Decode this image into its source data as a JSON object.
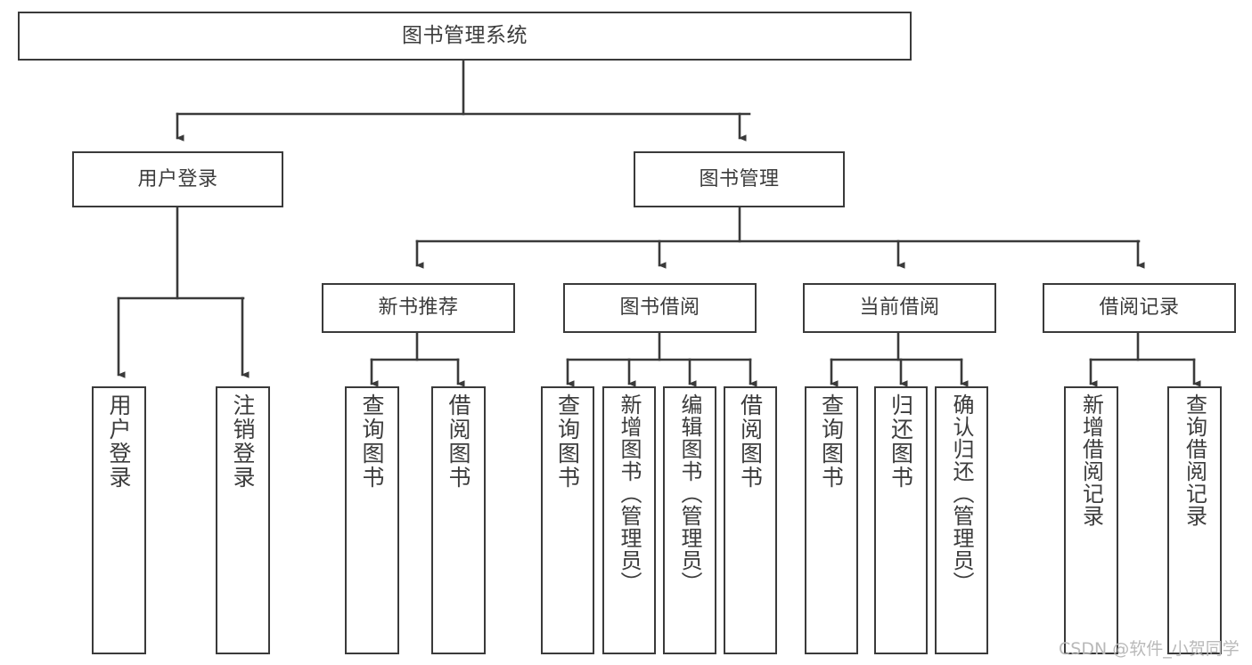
{
  "diagram": {
    "title": "图书管理系统",
    "type": "tree",
    "watermark": "CSDN @软件_小贺同学",
    "colors": {
      "box_border": "#3a3a3a",
      "box_fill": "#ffffff",
      "text": "#3c3c3c",
      "wire": "#3a3a3a",
      "watermark": "#b9b9b9",
      "background": "#ffffff"
    },
    "levels": {
      "root": "图书管理系统",
      "level2": [
        "用户登录",
        "图书管理"
      ],
      "level3": [
        "新书推荐",
        "图书借阅",
        "当前借阅",
        "借阅记录"
      ]
    },
    "nodes": {
      "root": {
        "label": "图书管理系统"
      },
      "user_login": {
        "label": "用户登录"
      },
      "book_manage": {
        "label": "图书管理"
      },
      "new_book_rec": {
        "label": "新书推荐"
      },
      "book_borrow": {
        "label": "图书借阅"
      },
      "current_borrow": {
        "label": "当前借阅"
      },
      "borrow_record": {
        "label": "借阅记录"
      },
      "leaf_user_login": {
        "label": "用户登录"
      },
      "leaf_logout": {
        "label": "注销登录"
      },
      "leaf_query_book_a": {
        "label": "查询图书"
      },
      "leaf_borrow_book_a": {
        "label": "借阅图书"
      },
      "leaf_query_book_b": {
        "label": "查询图书"
      },
      "leaf_add_book": {
        "label": "新增图书（管理员）"
      },
      "leaf_edit_book": {
        "label": "编辑图书（管理员）"
      },
      "leaf_borrow_book_b": {
        "label": "借阅图书"
      },
      "leaf_query_book_c": {
        "label": "查询图书"
      },
      "leaf_return_book": {
        "label": "归还图书"
      },
      "leaf_confirm_return": {
        "label": "确认归还（管理员）"
      },
      "leaf_add_record": {
        "label": "新增借阅记录"
      },
      "leaf_query_record": {
        "label": "查询借阅记录"
      }
    },
    "edges": [
      {
        "from": "root",
        "to": "user_login"
      },
      {
        "from": "root",
        "to": "book_manage"
      },
      {
        "from": "user_login",
        "to": "leaf_user_login"
      },
      {
        "from": "user_login",
        "to": "leaf_logout"
      },
      {
        "from": "book_manage",
        "to": "new_book_rec"
      },
      {
        "from": "book_manage",
        "to": "book_borrow"
      },
      {
        "from": "book_manage",
        "to": "current_borrow"
      },
      {
        "from": "book_manage",
        "to": "borrow_record"
      },
      {
        "from": "new_book_rec",
        "to": "leaf_query_book_a"
      },
      {
        "from": "new_book_rec",
        "to": "leaf_borrow_book_a"
      },
      {
        "from": "book_borrow",
        "to": "leaf_query_book_b"
      },
      {
        "from": "book_borrow",
        "to": "leaf_add_book"
      },
      {
        "from": "book_borrow",
        "to": "leaf_edit_book"
      },
      {
        "from": "book_borrow",
        "to": "leaf_borrow_book_b"
      },
      {
        "from": "current_borrow",
        "to": "leaf_query_book_c"
      },
      {
        "from": "current_borrow",
        "to": "leaf_return_book"
      },
      {
        "from": "current_borrow",
        "to": "leaf_confirm_return"
      },
      {
        "from": "borrow_record",
        "to": "leaf_add_record"
      },
      {
        "from": "borrow_record",
        "to": "leaf_query_record"
      }
    ]
  }
}
